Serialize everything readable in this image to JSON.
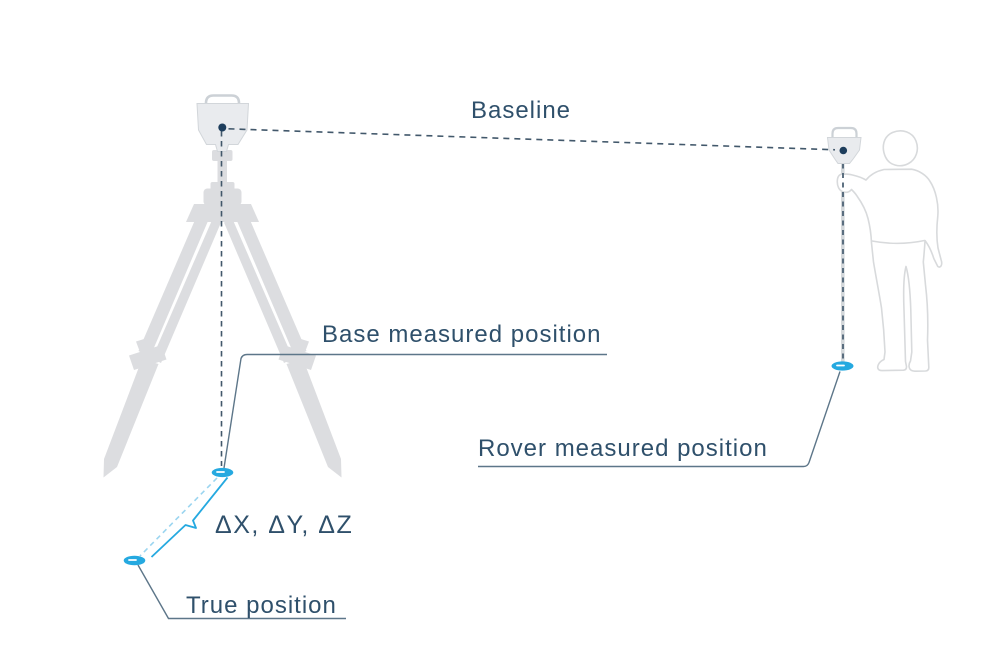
{
  "labels": {
    "baseline": "Baseline",
    "base_measured_position": "Base measured position",
    "rover_measured_position": "Rover measured position",
    "delta_xyz": "ΔX, ΔY, ΔZ",
    "true_position": "True position"
  },
  "icons": {
    "base_receiver": "gnss-receiver",
    "tripod": "survey-tripod",
    "rover_receiver": "gnss-receiver",
    "surveyor": "person-outline",
    "point_marker": "measured-point-ellipse"
  },
  "colors": {
    "label_text": "#2f506b",
    "leader_line": "#5d7689",
    "dark_dash_line": "#42586b",
    "accent_cyan": "#25a9e0",
    "light_cyan_dash": "#9bd5f0",
    "equipment_gray": "#dcdde0",
    "figure_outline_gray": "#d8dadc",
    "antenna_dot_navy": "#1d3d5c"
  }
}
